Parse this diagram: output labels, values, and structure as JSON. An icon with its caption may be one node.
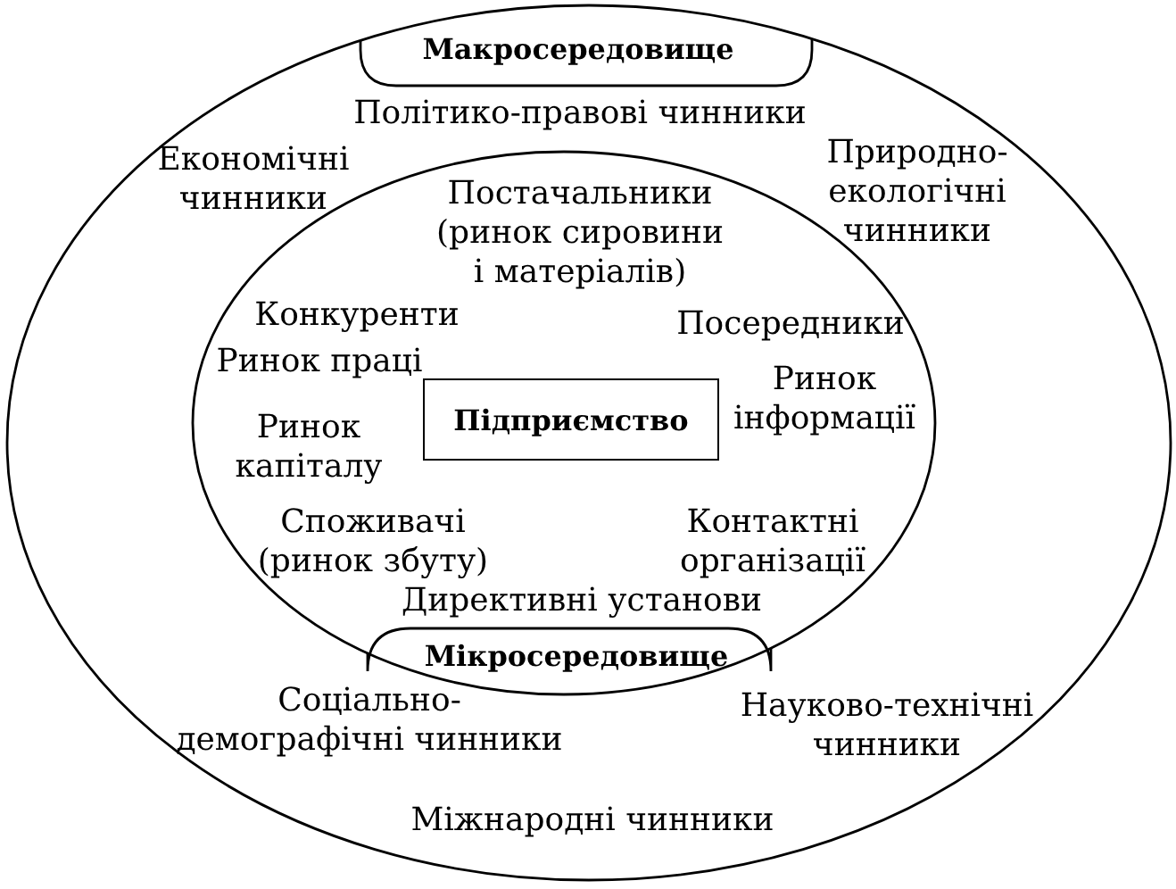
{
  "diagram": {
    "nodes": [
      {
        "text": [
          "Макросередовище"
        ]
      },
      {
        "text": [
          "Мікросередовище"
        ],
        "in": 0
      },
      {
        "text": [
          "Підприємство"
        ],
        "in": 1
      }
    ],
    "labels": [
      "Політико-правові чинники",
      "Економічні чинники",
      "Природно-екологічні чинники",
      "Постачальники (ринок сировини і матеріалів)",
      "Конкуренти",
      "Посередники",
      "Ринок праці",
      "Ринок інформації",
      "Ринок капіталу",
      "Споживачі (ринок збуту)",
      "Контактні організації",
      "Директивні установи",
      "Соціально-демографічні чинники",
      "Науково-технічні чинники",
      "Міжнародні чинники"
    ]
  }
}
